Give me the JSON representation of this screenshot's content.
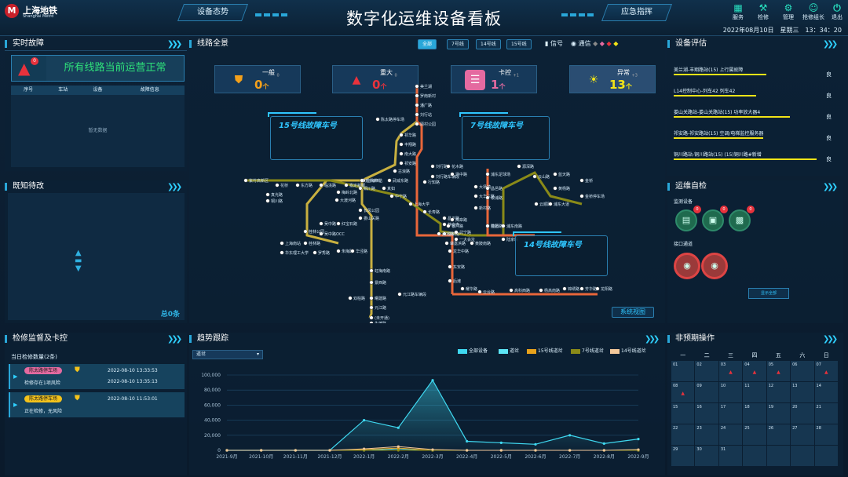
{
  "header": {
    "logo_mark": "M",
    "brand": "上海地铁",
    "brand_en": "Shanghai Metro",
    "btn_left": "设备态势",
    "title": "数字化运维设备看板",
    "btn_right": "应急指挥",
    "icons": [
      {
        "label": "服务",
        "icon": "grid-icon"
      },
      {
        "label": "检修",
        "icon": "wrench-icon"
      },
      {
        "label": "管理",
        "icon": "gear-icon"
      },
      {
        "label": "抢修组长",
        "icon": "user-icon"
      },
      {
        "label": "退出",
        "icon": "logout-icon"
      }
    ],
    "date": "2022年08月10日",
    "weekday": "星期三",
    "time": "13：34：20"
  },
  "realtime": {
    "title": "实时故障",
    "badge": "0",
    "message": "所有线路当前运营正常",
    "columns": [
      "序号",
      "车站",
      "设备",
      "故障信息"
    ],
    "empty": "暂无数据"
  },
  "known": {
    "title": "既知待改",
    "count": "总0条"
  },
  "maint": {
    "title": "检修监督及卡控",
    "subtitle": "当日检修数量(2条)",
    "items": [
      {
        "tag": "陈太路停车场",
        "tag_color": "#e46aa0",
        "status": "检修存在1项风险",
        "t1": "2022-08-10 13:33:53",
        "t2": "2022-08-10 13:35:13"
      },
      {
        "tag": "陈太路停车场",
        "tag_color": "#f3c21b",
        "status": "正在检修，无风险",
        "t1": "2022-08-10 11:53:01",
        "t2": ""
      }
    ]
  },
  "lines": {
    "title": "线路全景",
    "filters": [
      "全部",
      "7号线",
      "14号线",
      "15号线"
    ],
    "signal": "信号",
    "comm": "通信"
  },
  "kpis": [
    {
      "name": "一般",
      "sup": "0",
      "value": "0",
      "unit": "个",
      "color": "#f3a01b",
      "bg": "#f3a01b",
      "icon": "shield-icon"
    },
    {
      "name": "重大",
      "sup": "0",
      "value": "0",
      "unit": "个",
      "color": "#e8323c",
      "bg": "#e8323c",
      "icon": "warning-icon"
    },
    {
      "name": "卡控",
      "sup": "+1",
      "value": "1",
      "unit": "个",
      "color": "#e46aa0",
      "bg": "#e46aa0",
      "icon": "sliders-icon"
    },
    {
      "name": "异常",
      "sup": "+3",
      "value": "13",
      "unit": "个",
      "color": "#f2e417",
      "bg": "#f2e417",
      "icon": "sun-icon"
    }
  ],
  "faults": [
    "15号线故障车号",
    "7号线故障车号",
    "14号线故障车号"
  ],
  "map_labels": {
    "stations": [
      "美兰湖",
      "罗南新村",
      "潘广路",
      "刘行站",
      "顾村公园",
      "陈太路停车场",
      "祁华路",
      "丰翔路",
      "南大路",
      "祁安路",
      "古浪路",
      "武威东路",
      "上海西站",
      "真如",
      "中宁路",
      "铜川路",
      "梅岭北路",
      "大渡河路",
      "长风公园",
      "娄山关路",
      "红宝石路",
      "吴中路",
      "吴中路OCC",
      "桂林公园",
      "桂林路",
      "上海南站",
      "华东理工大学",
      "罗秀路",
      "朱梅路",
      "华泾路",
      "虹梅南路",
      "景西路",
      "曙建路",
      "双柏路",
      "元江路",
      "元江路车辆段",
      "(未开通)",
      "永德路",
      "紫竹高新区",
      "花桥",
      "东方路",
      "临洮路",
      "嘉定新城",
      "真新新村",
      "真光路",
      "铜川路",
      "刘行路",
      "刘行路车辆段",
      "上海大学",
      "长寿路",
      "昌平路",
      "静安寺",
      "常熟路",
      "肇嘉浜路",
      "龙华中路",
      "东安路",
      "后滩",
      "耀华路",
      "云台路",
      "高科西路",
      "杨高南路",
      "锦绣路",
      "芳华路",
      "龙阳路",
      "花木路",
      "场中路",
      "行知路",
      "大场镇",
      "大华三路",
      "新村路",
      "岚皋路",
      "镇坪路",
      "武宁路",
      "武定路",
      "一大会址",
      "黄陂南路",
      "豫园",
      "陆家嘴",
      "浦东南路",
      "浦东足球场",
      "昌邑路",
      "歇浦路",
      "源深路",
      "云山路",
      "蓝天路",
      "黄杨路",
      "云顺路",
      "浦东大道",
      "金桥",
      "金桥停车场",
      "桂桥路",
      "大世界"
    ],
    "viewbtn": "系统视图"
  },
  "eval": {
    "title": "设备评估",
    "rows": [
      {
        "text": "美兰湖-丰翔路站(15) 上行属故障",
        "bar": 0.62,
        "level": "良"
      },
      {
        "text": "L14控制中心-列车42 列车42",
        "bar": 0.55,
        "level": "良"
      },
      {
        "text": "娄山关路站-娄山关路站(15) 功率放大器4",
        "bar": 0.78,
        "level": "良"
      },
      {
        "text": "祁安路-祁安路站(15) 空调/电梯监控服务器",
        "bar": 0.6,
        "level": "良"
      },
      {
        "text": "铜川路站-铜川路站(15) (15)铜川路#新增",
        "bar": 0.96,
        "level": "良"
      }
    ]
  },
  "selfcheck": {
    "title": "运维自检",
    "monitor": "监测设备",
    "interface": "接口通道",
    "badges": [
      "0",
      "0",
      "0"
    ],
    "showall": "显示全部"
  },
  "trend": {
    "title": "趋势跟踪",
    "select": "道岔"
  },
  "unplanned": {
    "title": "非预期操作",
    "weekdays": [
      "一",
      "二",
      "三",
      "四",
      "五",
      "六",
      "日"
    ],
    "days": [
      "01",
      "02",
      "03",
      "04",
      "05",
      "06",
      "07",
      "08",
      "09",
      "10",
      "11",
      "12",
      "13",
      "14",
      "15",
      "16",
      "17",
      "18",
      "19",
      "20",
      "21",
      "22",
      "23",
      "24",
      "25",
      "26",
      "27",
      "28",
      "29",
      "30",
      "31"
    ],
    "warn_days": [
      "03",
      "04",
      "05",
      "07",
      "08"
    ],
    "warn_glyph": "▲"
  },
  "chart_data": {
    "type": "area",
    "x": [
      "2021-9月",
      "2021-10月",
      "2021-11月",
      "2021-12月",
      "2022-1月",
      "2022-2月",
      "2022-3月",
      "2022-4月",
      "2022-5月",
      "2022-6月",
      "2022-7月",
      "2022-8月",
      "2022-9月"
    ],
    "ylim": [
      0,
      100000
    ],
    "yticks": [
      "100,000",
      "80,000",
      "60,000",
      "40,000",
      "20,000",
      "0"
    ],
    "series": [
      {
        "name": "全部设备",
        "color": "#3fd8f0",
        "values": [
          0,
          0,
          0,
          0,
          40000,
          30000,
          93000,
          12000,
          10000,
          8000,
          20000,
          9000,
          15000
        ]
      },
      {
        "name": "道岔",
        "color": "#5ce4f4",
        "values": [
          0,
          0,
          0,
          0,
          0,
          2000,
          0,
          0,
          0,
          0,
          0,
          0,
          0
        ]
      },
      {
        "name": "15号线道岔",
        "color": "#e8a21b",
        "values": [
          0,
          0,
          0,
          0,
          1000,
          3000,
          0,
          0,
          0,
          0,
          0,
          0,
          0
        ]
      },
      {
        "name": "7号线道岔",
        "color": "#8a8a18",
        "values": [
          0,
          0,
          0,
          0,
          0,
          0,
          0,
          0,
          0,
          0,
          0,
          0,
          0
        ]
      },
      {
        "name": "14号线道岔",
        "color": "#f3c89a",
        "values": [
          0,
          0,
          0,
          0,
          2000,
          5000,
          1000,
          0,
          0,
          0,
          0,
          0,
          1000
        ]
      }
    ]
  }
}
